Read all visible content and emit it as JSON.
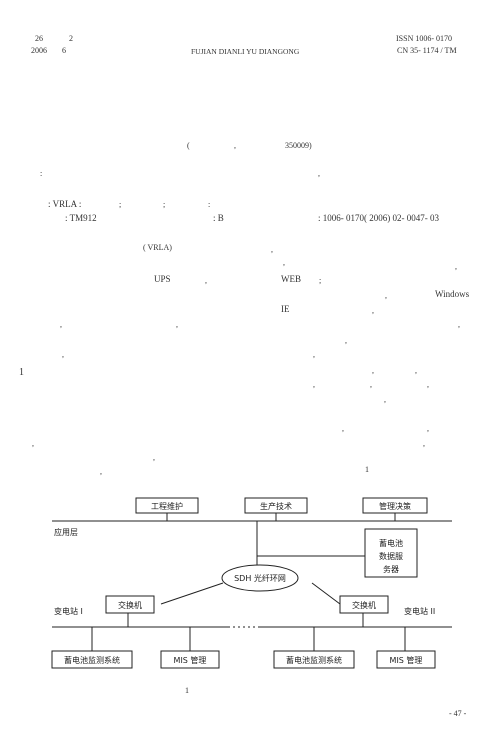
{
  "header": {
    "volume": "26",
    "issue": "2",
    "year": "2006",
    "month": "6",
    "journal": "FUJIAN DIANLI YU DIANGONG",
    "issn": "ISSN 1006- 0170",
    "cn": "CN 35- 1174 / TM"
  },
  "affiliation": {
    "paren_open": "(",
    "comma": ",",
    "postcode": "350009)"
  },
  "abstract_line": {
    "colon": ":",
    "comma": ","
  },
  "keywords": {
    "label": ": VRLA :",
    "sep1": ";",
    "sep2": ";",
    "end": ":"
  },
  "classification": {
    "clc": ": TM912",
    "doc_code": ": B",
    "article_id": ": 1006- 0170( 2006) 02- 0047- 03"
  },
  "body_fragments": {
    "vrla": "( VRLA)",
    "comma_a": ",",
    "dot_a": ",",
    "comma_b": ",",
    "ups": "UPS",
    "comma_c": ",",
    "web": "WEB",
    "semicolon": ";",
    "comma_d": ",",
    "windows": "Windows",
    "ie": "IE",
    "comma_e": ",",
    "comma_f": ",",
    "comma_g": ",",
    "comma_h": ",",
    "comma_i": ",",
    "comma_j": ",",
    "comma_k": ",",
    "section_num": "1",
    "comma_l": ",",
    "comma_m": ",",
    "comma_n": ",",
    "comma_o": ",",
    "comma_p": ",",
    "comma_q": ",",
    "comma_r": ",",
    "comma_s": ",",
    "comma_t": ",",
    "comma_u": ",",
    "comma_v": ",",
    "comma_w": ",",
    "comma_x": ",",
    "fig_ref": "1"
  },
  "diagram": {
    "top_boxes": [
      "工程维护",
      "生产技术",
      "管理决策"
    ],
    "layer_label": "应用层",
    "server_box": [
      "蓄电池",
      "数据服",
      "务器"
    ],
    "ring": "SDH 光纤环网",
    "switch_left": "交换机",
    "switch_right": "交换机",
    "station_left": "变电站 I",
    "station_right": "变电站 II",
    "bottom_boxes": [
      "蓄电池监测系统",
      "MIS 管理",
      "蓄电池监测系统",
      "MIS 管理"
    ],
    "caption_num": "1"
  },
  "footer": {
    "page_number": "- 47 -"
  }
}
